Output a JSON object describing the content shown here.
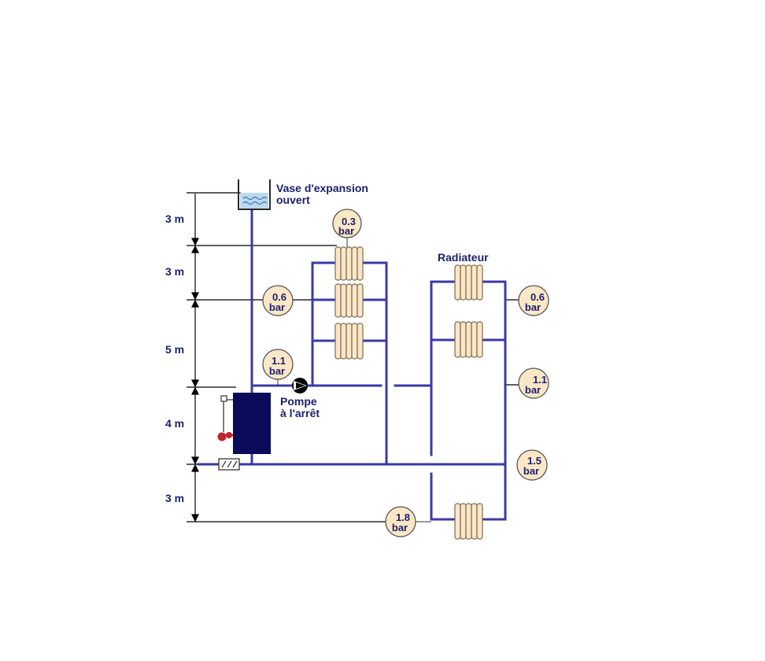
{
  "colors": {
    "pipe": "#3a3aa8",
    "boiler": "#0b0b5c",
    "radiator_fill": "#fbe7c6",
    "radiator_stroke": "#7a6a55",
    "gauge_fill": "#fbe7c6",
    "text": "#1a1f6b",
    "water": "#bcd8ee",
    "valve_red": "#c0262a"
  },
  "labels": {
    "vase_line1": "Vase d'expansion",
    "vase_line2": "ouvert",
    "radiateur": "Radiateur",
    "pompe_line1": "Pompe",
    "pompe_line2": "à l'arrêt"
  },
  "dimensions": [
    "3 m",
    "3 m",
    "5 m",
    "4 m",
    "3 m"
  ],
  "gauges": [
    {
      "value": "0.3",
      "unit": "bar"
    },
    {
      "value": "0.6",
      "unit": "bar"
    },
    {
      "value": "1.1",
      "unit": "bar"
    },
    {
      "value": "0.6",
      "unit": "bar"
    },
    {
      "value": "1.1",
      "unit": "bar"
    },
    {
      "value": "1.5",
      "unit": "bar"
    },
    {
      "value": "1.8",
      "unit": "bar"
    }
  ]
}
